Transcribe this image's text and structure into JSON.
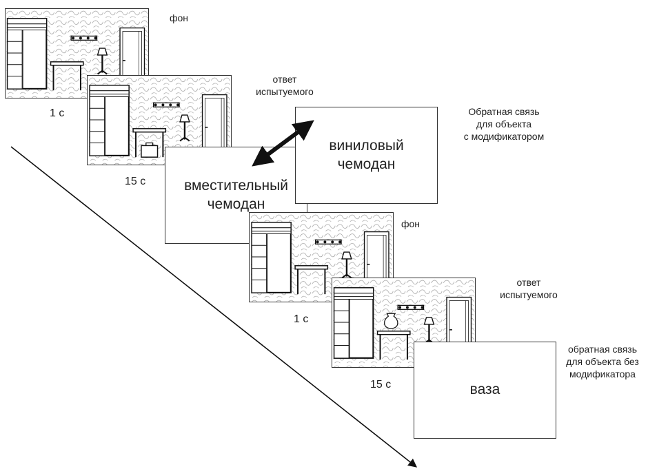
{
  "labels": {
    "background_1": "фон",
    "response_1": "ответ\nиспытуемого",
    "feedback_modifier": "Обратная связь\nдля объекта\nс модификатором",
    "background_2": "фон",
    "response_2": "ответ\nиспытуемого",
    "feedback_no_modifier": "обратная связь\nдля объекта без\nмодификатора"
  },
  "times": {
    "t1": "1 с",
    "t2": "15 с",
    "t3": "1 с",
    "t4": "15 с"
  },
  "cards": {
    "capacious_suitcase": "вместительный\nчемодан",
    "vinyl_suitcase": "виниловый\nчемодан",
    "vase": "ваза"
  },
  "colors": {
    "line": "#111111",
    "scene_texture": "#9a9a9a"
  }
}
